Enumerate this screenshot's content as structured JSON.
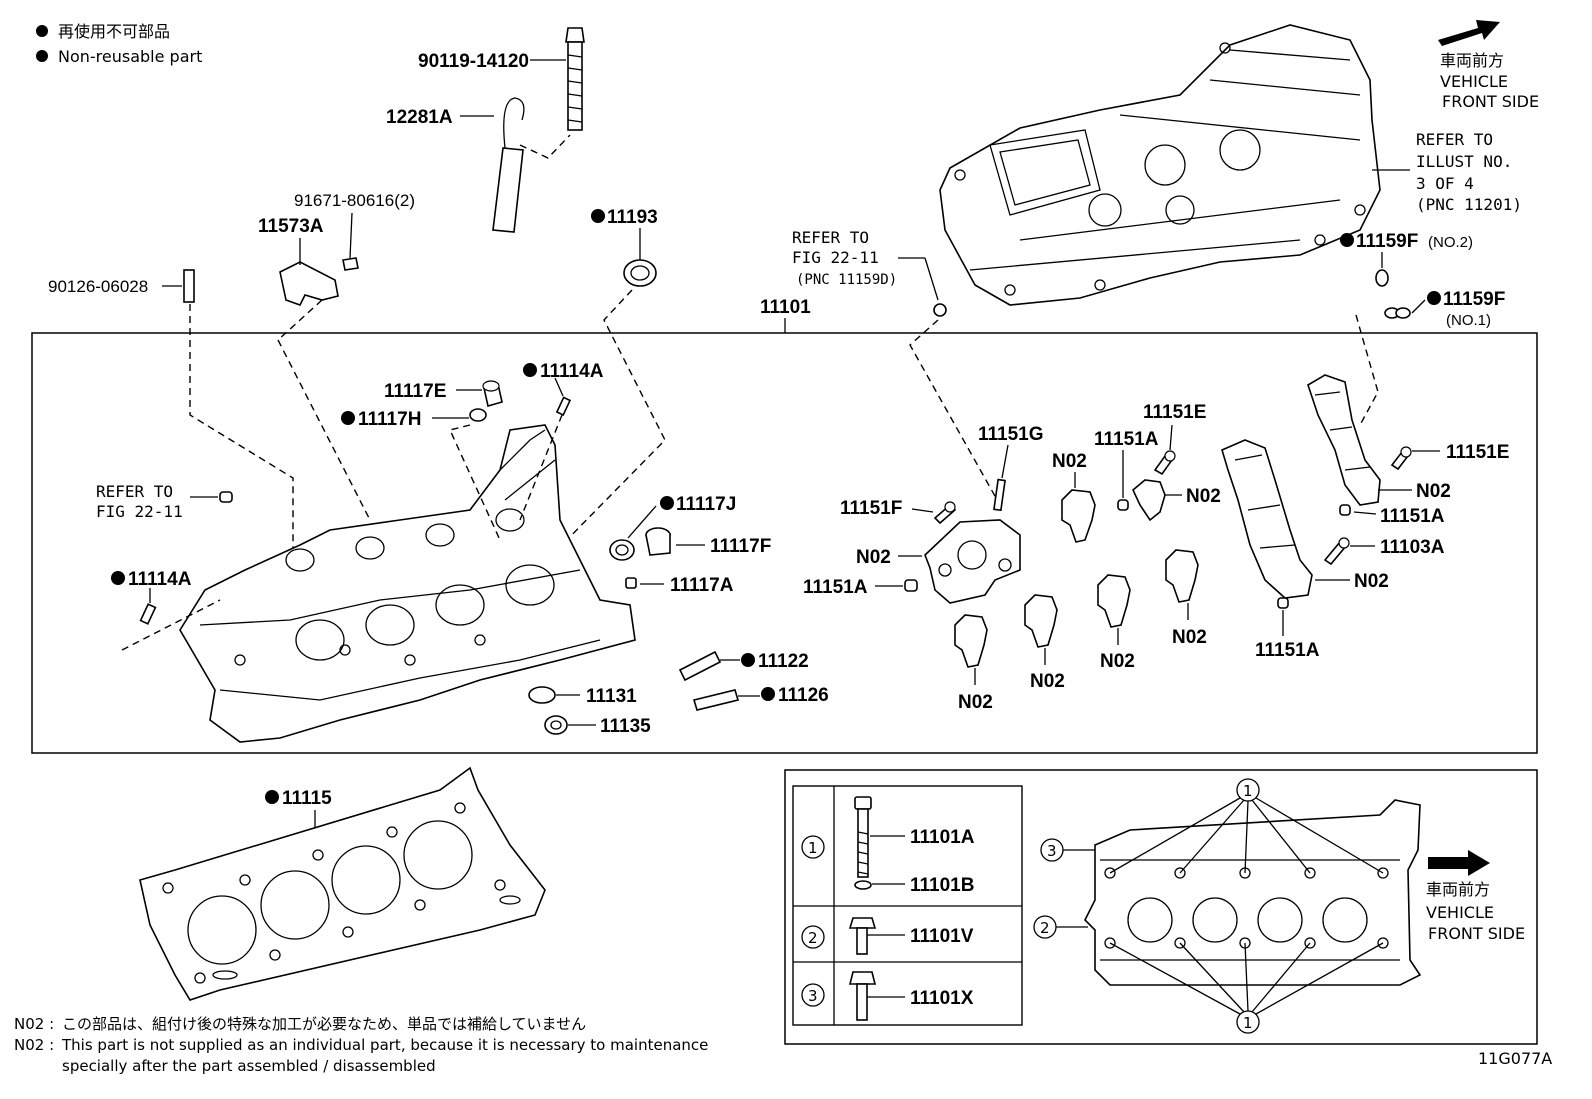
{
  "legend": {
    "jp": "再使用不可部品",
    "en": "Non-reusable part"
  },
  "direction_top": {
    "jp": "車両前方",
    "l1": "VEHICLE",
    "l2": "FRONT SIDE"
  },
  "direction_bottom": {
    "jp": "車両前方",
    "l1": "VEHICLE",
    "l2": "FRONT SIDE"
  },
  "refer_cover": {
    "l1": "REFER TO",
    "l2": "ILLUST NO.",
    "l3": "3 OF 4",
    "l4": "(PNC 11201)"
  },
  "refer_fig_a": {
    "l1": "REFER TO",
    "l2": "FIG 22-11",
    "l3": "(PNC 11159D)"
  },
  "refer_fig_b": {
    "l1": "REFER TO",
    "l2": "FIG 22-11"
  },
  "parts": {
    "p90119": "90119-14120",
    "p12281A": "12281A",
    "p91671": "91671-80616(2)",
    "p11573A": "11573A",
    "p90126": "90126-06028",
    "p11193": "11193",
    "p11101": "11101",
    "p11159F2": "11159F",
    "p11159F2_note": "(NO.2)",
    "p11159F1": "11159F",
    "p11159F1_note": "(NO.1)",
    "p11117E": "11117E",
    "p11114A_top": "11114A",
    "p11117H": "11117H",
    "p11114A_left": "11114A",
    "p11117J": "11117J",
    "p11117F": "11117F",
    "p11117A": "11117A",
    "p11122": "11122",
    "p11126": "11126",
    "p11131": "11131",
    "p11135": "11135",
    "p11151G": "11151G",
    "p11151E_top": "11151E",
    "p11151A_top": "11151A",
    "p11151F": "11151F",
    "p11151A_mid": "11151A",
    "p11151E_right": "11151E",
    "p11151A_right": "11151A",
    "p11103A": "11103A",
    "p11151A_low": "11151A",
    "p11115": "11115",
    "n02": "N02"
  },
  "bolt_table": {
    "rows": [
      {
        "num": "1",
        "parts": [
          "11101A",
          "11101B"
        ]
      },
      {
        "num": "2",
        "parts": [
          "11101V"
        ]
      },
      {
        "num": "3",
        "parts": [
          "11101X"
        ]
      }
    ]
  },
  "detail_callouts": {
    "c1": "1",
    "c2": "2",
    "c3": "3"
  },
  "footnote": {
    "jp_prefix": "N02 :",
    "jp": "この部品は、組付け後の特殊な加工が必要なため、単品では補給していません",
    "en_prefix": "N02 :",
    "en1": "This part is not supplied as an individual part, because it is necessary to maintenance",
    "en2": "specially after the part assembled / disassembled"
  },
  "figure_id": "11G077A"
}
